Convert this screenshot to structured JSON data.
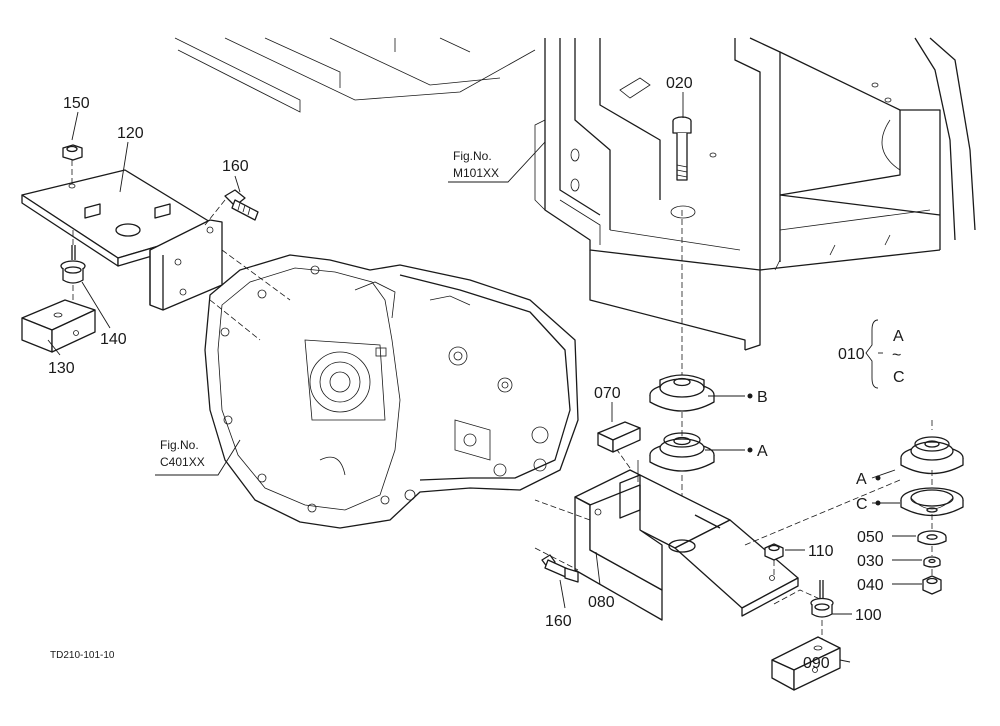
{
  "figure_code": "TD210-101-10",
  "fig_refs": [
    {
      "line1": "Fig.No.",
      "line2": "M101XX"
    },
    {
      "line1": "Fig.No.",
      "line2": "C401XX"
    }
  ],
  "parts": {
    "p010": "010",
    "p020": "020",
    "p030": "030",
    "p040": "040",
    "p050": "050",
    "p070": "070",
    "p080": "080",
    "p090": "090",
    "p100": "100",
    "p110": "110",
    "p120": "120",
    "p130": "130",
    "p140": "140",
    "p150": "150",
    "p160a": "160",
    "p160b": "160"
  },
  "range_label": {
    "top": "A",
    "sep": "~",
    "bottom": "C"
  },
  "markers": {
    "a1": "A",
    "b1": "B",
    "a2": "A",
    "c1": "C"
  }
}
